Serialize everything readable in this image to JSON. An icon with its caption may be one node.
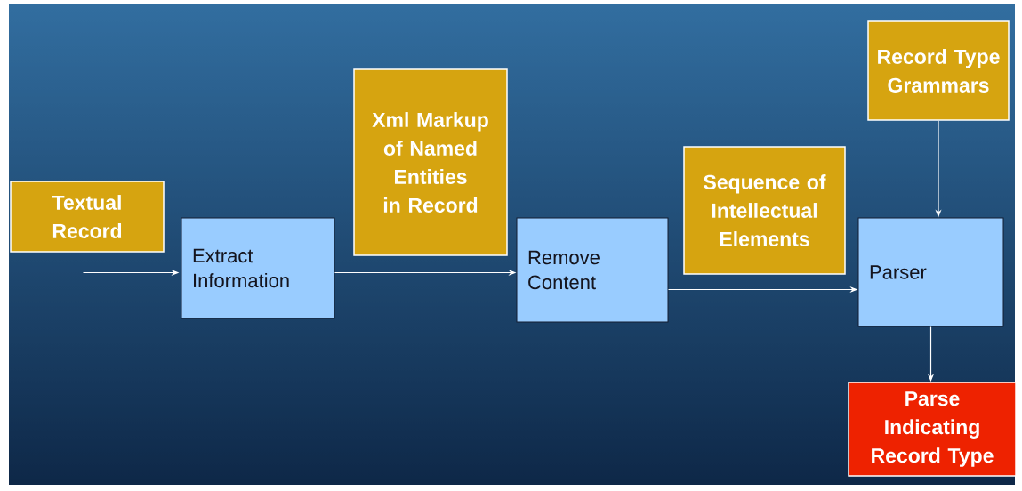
{
  "diagram": {
    "nodes": [
      {
        "text": [
          "Textual Record"
        ]
      },
      {
        "text": [
          "Extract Information"
        ]
      },
      {
        "text": [
          "Xml Markup of Named Entities in Record"
        ]
      },
      {
        "text": [
          "Remove Content"
        ]
      },
      {
        "text": [
          "Sequence of Intellectual Elements"
        ]
      },
      {
        "text": [
          "Record Type Grammars"
        ]
      },
      {
        "text": [
          "Parser"
        ]
      },
      {
        "text": [
          "Parse Indicating Record Type"
        ]
      }
    ],
    "edges": [
      {
        "from": null,
        "to": 1,
        "arrow": "to"
      },
      {
        "from": 1,
        "to": 3,
        "arrow": "to"
      },
      {
        "from": 3,
        "to": 6,
        "arrow": "to"
      },
      {
        "from": 5,
        "to": 6,
        "arrow": "to"
      },
      {
        "from": 6,
        "to": 7,
        "arrow": "to"
      }
    ]
  }
}
